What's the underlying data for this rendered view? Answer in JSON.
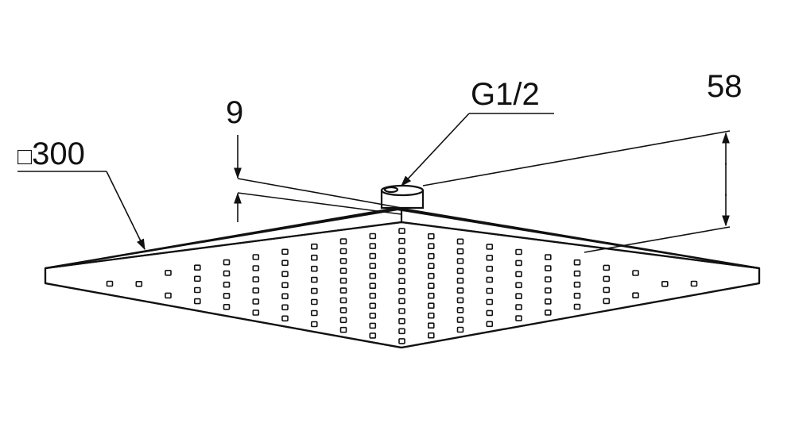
{
  "dimensions": {
    "size": {
      "symbol": "□",
      "value": "300"
    },
    "thickness": "9",
    "height": "58",
    "connection": "G1/2"
  },
  "colors": {
    "line": "#111111",
    "background": "#ffffff"
  }
}
